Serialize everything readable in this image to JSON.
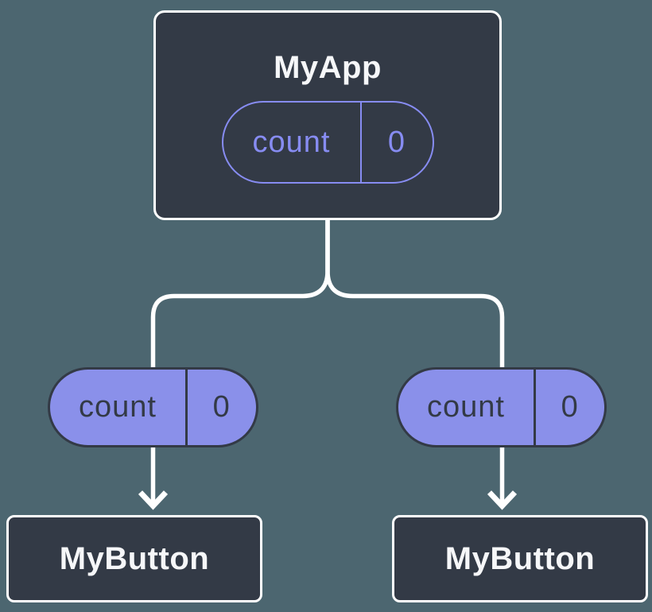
{
  "diagram": {
    "description": "React component tree showing state passed down as props",
    "colors": {
      "background": "#4C6670",
      "node_fill": "#333A46",
      "node_border": "#FFFFFF",
      "node_text": "#F6F7F9",
      "state_pill_outline": "#878CF2",
      "prop_pill_fill": "#8A90EA",
      "prop_pill_text": "#333A46",
      "connector": "#FFFFFF"
    },
    "root_node": {
      "title": "MyApp",
      "state_pill": {
        "name": "count",
        "value": "0"
      }
    },
    "prop_pills": [
      {
        "name": "count",
        "value": "0"
      },
      {
        "name": "count",
        "value": "0"
      }
    ],
    "child_nodes": [
      {
        "title": "MyButton"
      },
      {
        "title": "MyButton"
      }
    ]
  }
}
